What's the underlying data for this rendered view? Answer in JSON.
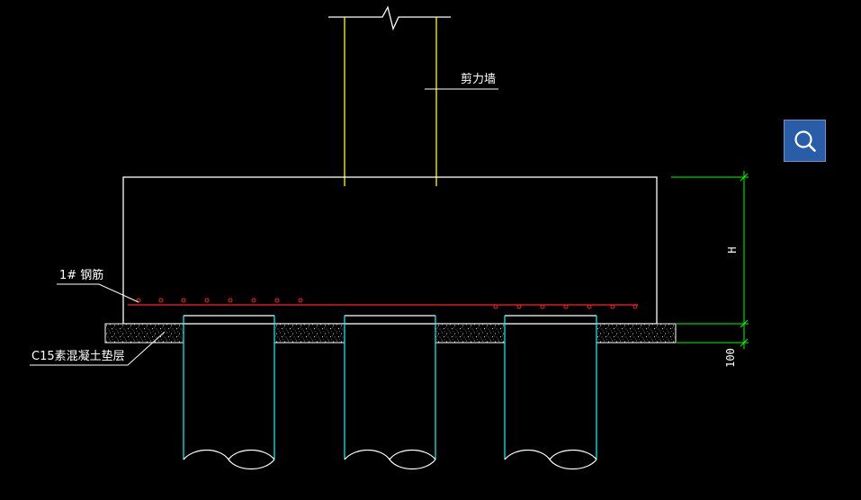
{
  "labels": {
    "wall": "剪力墙",
    "rebar": "1# 钢筋",
    "cushion": "C15素混凝土垫层"
  },
  "dimensions": {
    "height": "H",
    "cushion_thickness": "100"
  },
  "toolbar": {
    "search_icon": "search-icon"
  },
  "colors": {
    "background": "#000000",
    "outline": "#ffffff",
    "wall": "#ffff00",
    "rebar": "#ff2020",
    "pile": "#00ffff",
    "dimension": "#00ff00",
    "search_button": "#2a5da8"
  }
}
